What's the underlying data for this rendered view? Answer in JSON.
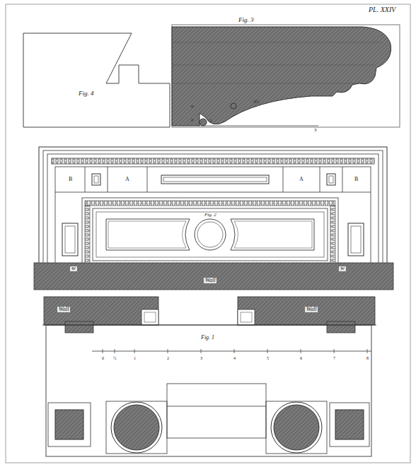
{
  "diagram": {
    "labels": [
      "PL. XXIV",
      "Fig. 4",
      "Fig. 3",
      "a",
      "b",
      "2",
      "3½",
      "3",
      "B",
      "A",
      "A",
      "B",
      "Fig. 2",
      "W",
      "W",
      "Wall",
      "Wall",
      "Wall",
      "Fig. 1",
      "0",
      "½",
      "1",
      "2",
      "3",
      "4",
      "5",
      "6",
      "7",
      "8"
    ]
  }
}
